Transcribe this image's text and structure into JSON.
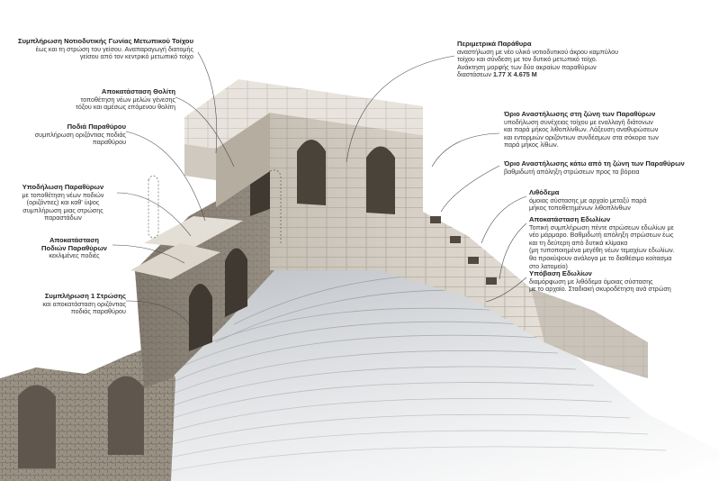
{
  "annotations": [
    {
      "id": "a1",
      "title": "Συμπλήρωση Νοτιοδυτικής Γωνίας Μετωπικού Τοίχου",
      "lines": [
        "έως και τη στρώση του γείσου. Αναπαραγωγή διατομής",
        "γείσου από τον κεντρικό μετωπικό τοίχο"
      ]
    },
    {
      "id": "a2",
      "title": "Αποκατάσταση Θολίτη",
      "lines": [
        "τοποθέτηση νέων μελών γένεσης",
        "τόξου και αμέσως επόμενου θολίτη"
      ]
    },
    {
      "id": "a3",
      "title": "Ποδιά Παραθύρου",
      "lines": [
        "συμπλήρωση οριζόντιας ποδιάς παραθύρου"
      ]
    },
    {
      "id": "a4",
      "title": "Υποδήλωση Παραθύρων",
      "lines": [
        "με τοποθέτηση νέων ποδιών",
        "(οριζόντιες) και καθ' ύψος",
        "συμπλήρωση μιας στρώσης",
        "παραστάδων"
      ]
    },
    {
      "id": "a5",
      "title": "Αποκατάσταση",
      "lines": [
        "Ποδιών Παραθύρων",
        "κεκλιμένες ποδιές"
      ]
    },
    {
      "id": "a6",
      "title": "Συμπλήρωση 1 Στρώσης",
      "lines": [
        "και αποκατάσταση οριζόντιας",
        "ποδιάς παραθύρου"
      ]
    },
    {
      "id": "a7",
      "title": "Περιμετρικά Παράθυρα",
      "lines": [
        "αναστήλωση με νέο υλικό νοτιοδυτικού άκρου καμπύλου",
        "τοίχου και σύνδεση με τον δυτικό μετωπικό τοίχο.",
        "Ανάκτηση μορφής των δύο ακραίων παραθύρων"
      ],
      "dims_prefix": "διαστάσεων",
      "dims": "1.77 X 4.675 M"
    },
    {
      "id": "a8",
      "title": "Όριο Αναστήλωσης στη ζώνη των Παραθύρων",
      "lines": [
        "υποδήλωση συνέχειας τοίχου με εναλλαγή διάτονων",
        "και παρά μήκος λιθοπλίνθων. Λάξευση αναθυρώσεων",
        "και εντορμιών οριζόντιων συνδέσμων στα σόκορα των",
        "παρά μήκος λίθων."
      ]
    },
    {
      "id": "a9",
      "title": "Όριο Αναστήλωσης κάτω από τη ζώνη των Παραθύρων",
      "lines": [
        "βαθμιδωτή απόληξη στρώσεων προς τα βόρεια"
      ]
    },
    {
      "id": "a10",
      "title": "Λιθόδεμα",
      "lines": [
        "όμοιας σύστασης με αρχαίο μεταξύ παρά",
        "μήκος τοποθετημένων λιθοπλίνθων"
      ]
    },
    {
      "id": "a11",
      "title": "Αποκατάσταση Εδωλίων",
      "lines": [
        "Τοπική συμπλήρωση πέντε στρώσεων εδωλίων με",
        "νέο μάρμαρο. Βαθμιδωτή απόληξη στρώσεων έως",
        "και τη δεύτερη από δυτικά κλίμακα",
        "(μη τυποποιημένα μεγέθη νέων τεμαχίων εδωλίων.",
        "θα προκύψουν ανάλογα με το διαθέσιμο κοίτασμα",
        "στο λατομείο)"
      ]
    },
    {
      "id": "a12",
      "title": "Υπόβαση Εδωλίων",
      "lines": [
        "διαμόρφωση με λιθόδεμα όμοιας σύστασης",
        "με το αρχαίο. Σταδιακή σκυροδέτηση ανά στρώση"
      ]
    }
  ],
  "colors": {
    "stone_light": "#d9d4cc",
    "stone_mid": "#b9b2a7",
    "stone_dark": "#7d756b",
    "marble": "#e9e9ea",
    "leader": "#4a4a4a"
  }
}
